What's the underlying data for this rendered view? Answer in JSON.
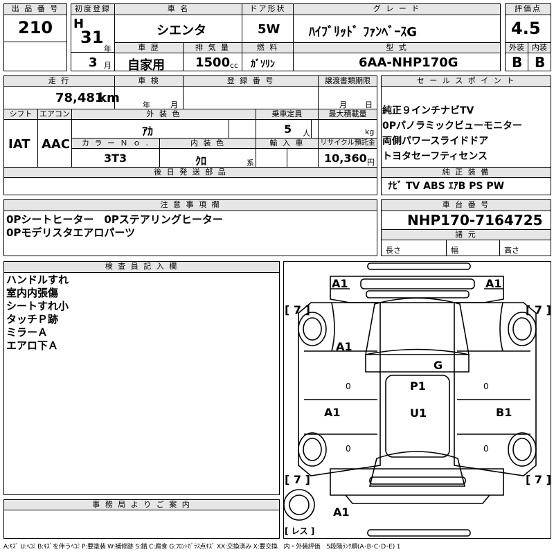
{
  "headers": {
    "lot_no": "出 品 番 号",
    "first_reg": "初度登録",
    "car_name": "車 名",
    "door": "ドア形状",
    "grade": "グ レ ー ド",
    "score": "評価点",
    "history": "車 歴",
    "displacement": "排 気 量",
    "fuel": "燃 料",
    "model_code": "型 式",
    "exterior": "外装",
    "interior": "内装",
    "mileage": "走 行",
    "inspection": "車 検",
    "reg_no": "登 録 番 号",
    "transfer": "譲渡書類期限",
    "sales_points": "セ ー ル ス ポ イ ン ト",
    "shift": "シフト",
    "aircon": "エアコン",
    "ext_color": "外 装 色",
    "capacity": "乗車定員",
    "max_load": "最大積載量",
    "color_no": "カ ラ ー Ｎ ｏ .",
    "int_color": "内 装 色",
    "import": "輸 入 車",
    "recycle": "リサイクル預託金",
    "later_parts": "後 日 発 送 部 品",
    "genuine_equip": "純 正 装 備",
    "notes": "注 意 事 項 欄",
    "chassis_no": "車 台 番 号",
    "specs": "諸 元",
    "inspector": "検 査 員 記 入 欄",
    "office": "事 務 局 よ り ご 案 内"
  },
  "lot_no": "210",
  "era": "H",
  "year": "31",
  "year_unit": "年",
  "month": "3",
  "month_unit": "月",
  "car_name": "シエンタ",
  "door": "5W",
  "grade": "ﾊｲﾌﾞﾘｯﾄﾞ ﾌｧﾝﾍﾞｰｽG",
  "score": "4.5",
  "history": "自家用",
  "displacement": "1500",
  "displacement_unit": "cc",
  "fuel": "ｶﾞｿﾘﾝ",
  "model_code": "6AA-NHP170G",
  "exterior_grade": "B",
  "interior_grade": "B",
  "mileage": "78,481",
  "mileage_unit": "km",
  "inspection_year_unit": "年",
  "inspection_month_unit": "月",
  "transfer_month_unit": "月",
  "transfer_day_unit": "日",
  "sales_points": [
    "純正９インチナビTV",
    "0Pパノラミックビューモニター",
    "両側パワースライドドア",
    "トヨタセーフティセンス"
  ],
  "shift": "IAT",
  "aircon": "AAC",
  "ext_color": "ｱｶ",
  "capacity": "5",
  "capacity_unit": "人",
  "max_load_unit": "kg",
  "color_no": "3T3",
  "int_color": "ｸﾛ",
  "int_color_suffix": "系",
  "recycle": "10,360",
  "recycle_unit": "円",
  "genuine_equip": "ﾅﾋﾞ TV ABS ｴｱB PS PW",
  "notes": [
    "0Pシートヒーター　0Pステアリングヒーター",
    "0Pモデリスタエアロパーツ"
  ],
  "chassis_no": "NHP170-7164725",
  "spec_length": "長さ",
  "spec_width": "幅",
  "spec_height": "高さ",
  "inspector_notes": [
    "ハンドルすれ",
    "室内内張傷",
    "シートすれ小",
    "タッチＰ跡",
    "ミラーＡ",
    "エアロ下Ａ"
  ],
  "diagram": {
    "fl_bumper": "A1",
    "fr_bumper": "A1",
    "left_front_tire": "[ 7 ]",
    "right_front_tire": "[ 7 ]",
    "left_rear_tire": "[ 7 ]",
    "right_rear_tire": "[ 7 ]",
    "left_front_door": "A1",
    "left_rear_door": "A1",
    "right_rear_door": "B1",
    "glass": "G",
    "roof": "P1",
    "roof_rear": "U1",
    "rear_bumper": "A1",
    "spare": "[ レス ]",
    "zero_left_1": "0",
    "zero_right_1": "0",
    "zero_left_2": "0",
    "zero_right_2": "0"
  },
  "legend": "A:ｷｽﾞ U:ﾍｺﾐ B:ｷｽﾞを伴うﾍｺﾐ P:要塗装 W:補修跡 S:錆 C:腐食 G:ﾌﾛﾝﾄｶﾞﾗｽ点ｷｽﾞ XX:交換済み X:要交換　内・外装評価　5段階ﾗﾝｸ順(A･B･C･D･E) 1"
}
